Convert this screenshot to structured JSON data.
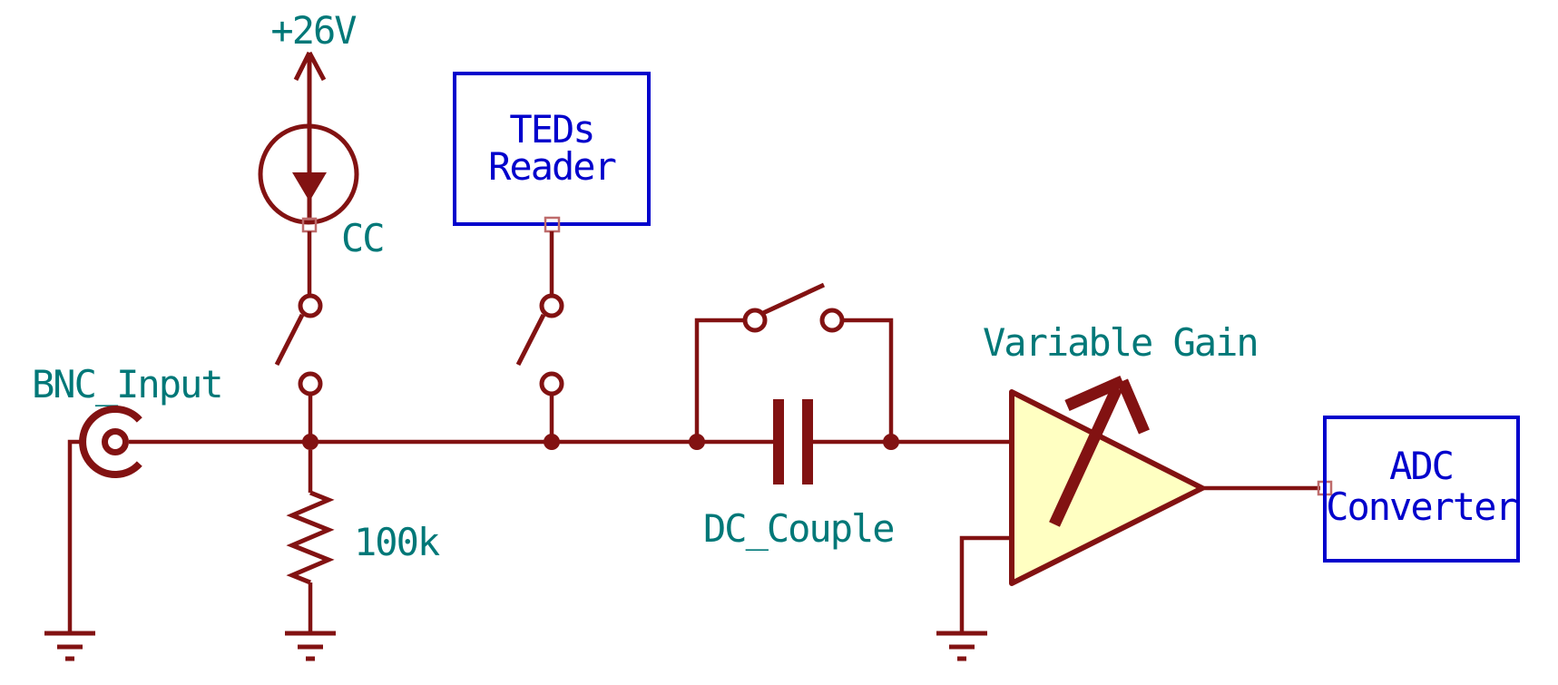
{
  "diagram": {
    "colors": {
      "wire": "#821212",
      "label": "#007878",
      "box": "#0000cc",
      "amp_fill": "#ffffc2",
      "pin": "#be6b6b",
      "background": "#ffffff"
    },
    "labels": {
      "power_net": "+26V",
      "current_source": "CC",
      "input_connector": "BNC_Input",
      "resistor_value": "100k",
      "capacitor": "DC_Couple",
      "amplifier": "Variable Gain"
    },
    "blocks": {
      "teds_line1": "TEDs",
      "teds_line2": "Reader",
      "adc_line1": "ADC",
      "adc_line2": "Converter"
    }
  }
}
